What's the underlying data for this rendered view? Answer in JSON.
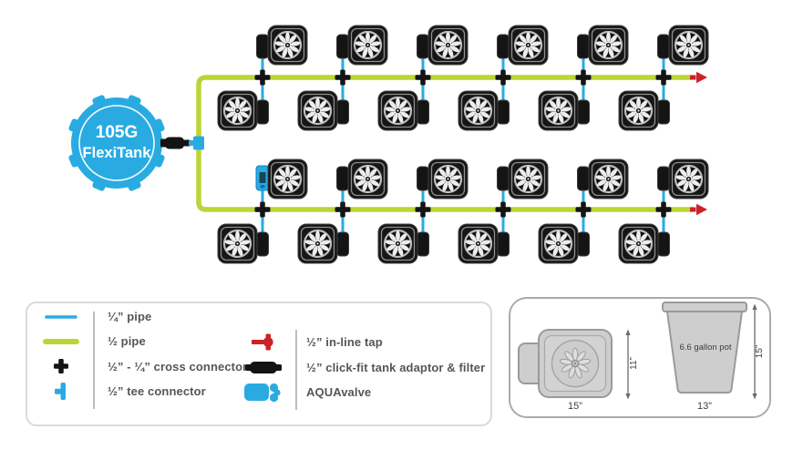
{
  "colors": {
    "pipe_quarter": "#29abe2",
    "pipe_half": "#bdd435",
    "black": "#141414",
    "red": "#cc2229",
    "tank_fill": "#29abe2",
    "tank_text": "#ffffff",
    "pot_fill": "#161616",
    "pot_detail": "#ededed",
    "legend_text": "#54565a",
    "dim_fill": "#cecece",
    "dim_stroke": "#9a9a9a",
    "dim_line": "#6b6b6b"
  },
  "tank": {
    "line1": "105G",
    "line2": "FlexiTank"
  },
  "system": {
    "columns": 6,
    "rows": 4,
    "pot_count": 24,
    "aquavalve_row": 3,
    "aquavalve_column": 1
  },
  "legend": {
    "left": [
      {
        "icon": "quarter-pipe-icon",
        "label": "¼” pipe"
      },
      {
        "icon": "half-pipe-icon",
        "label": "½ pipe"
      },
      {
        "icon": "cross-connector-icon",
        "label": "½” - ¼” cross connector"
      },
      {
        "icon": "tee-connector-icon",
        "label": "½” tee connector"
      }
    ],
    "right": [
      {
        "icon": "inline-tap-icon",
        "label": "½” in-line tap"
      },
      {
        "icon": "tank-adaptor-icon",
        "label": "½” click-fit tank adaptor & filter"
      },
      {
        "icon": "aquavalve-icon",
        "label": "AQUAvalve"
      }
    ]
  },
  "dimensions": {
    "tray_width": "15”",
    "tray_depth": "11”",
    "pot_label": "6.6 gallon pot",
    "pot_width": "13”",
    "pot_height": "15”"
  }
}
